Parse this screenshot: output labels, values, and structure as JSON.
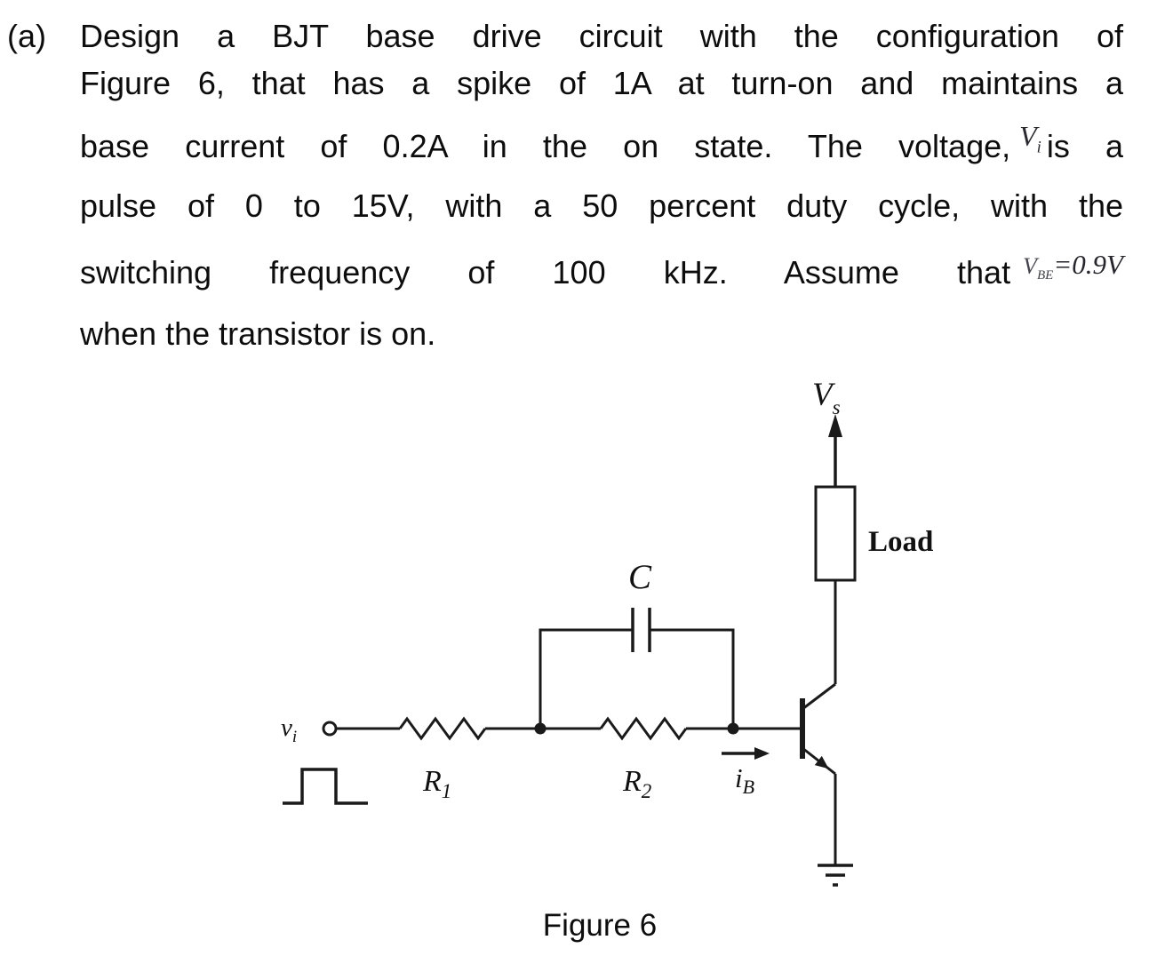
{
  "problem": {
    "label": "(a)",
    "line1": "Design a BJT base drive circuit with the configuration of",
    "line2": "Figure 6, that has a spike of 1A at turn-on and maintains a",
    "line3_a": "base current of 0.2A in the on state. The voltage,",
    "line3_math_base": "V",
    "line3_math_sub": "i",
    "line3_b": "is a",
    "line4": "pulse of 0 to 15V, with a 50 percent duty cycle, with the",
    "line5_a": "switching frequency of 100 kHz. Assume that",
    "line5_math_base": "V",
    "line5_math_sub": "BE",
    "line5_math_rest": "=0.9V",
    "line6": "when the transistor is on."
  },
  "figure": {
    "caption": "Figure 6",
    "labels": {
      "vs_base": "V",
      "vs_sub": "s",
      "load": "Load",
      "cap": "C",
      "r1_base": "R",
      "r1_sub": "1",
      "r2_base": "R",
      "r2_sub": "2",
      "ib_base": "i",
      "ib_sub": "B",
      "vi_base": "v",
      "vi_sub": "i"
    }
  }
}
